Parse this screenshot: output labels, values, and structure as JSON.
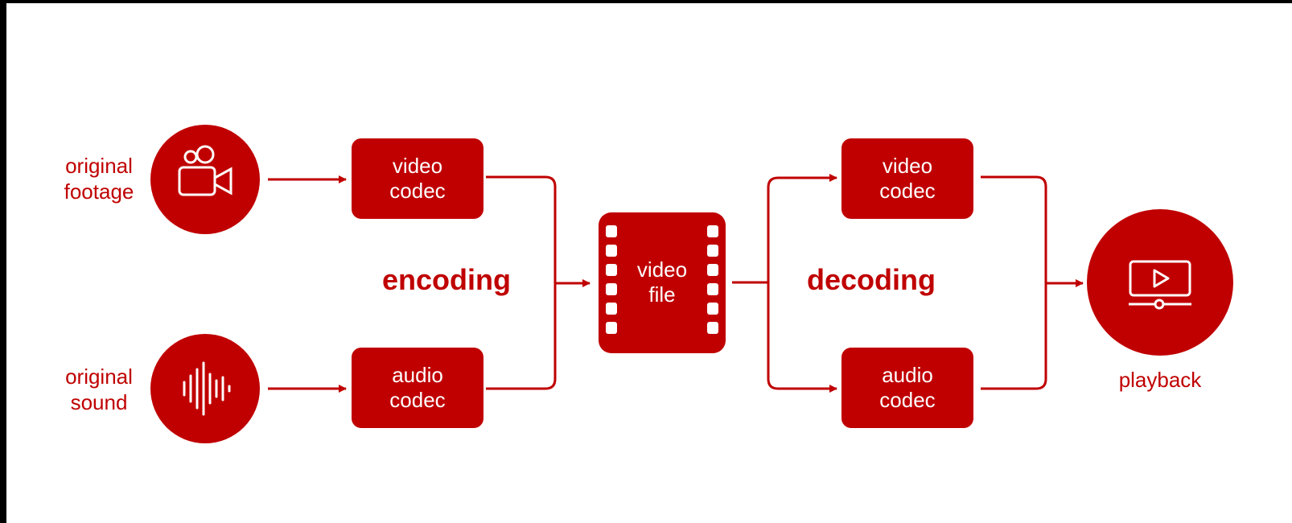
{
  "sources": {
    "footage_label": [
      "original",
      "footage"
    ],
    "sound_label": [
      "original",
      "sound"
    ]
  },
  "encoding": {
    "title": "encoding",
    "video_codec": [
      "video",
      "codec"
    ],
    "audio_codec": [
      "audio",
      "codec"
    ]
  },
  "file": {
    "label": [
      "video",
      "file"
    ]
  },
  "decoding": {
    "title": "decoding",
    "video_codec": [
      "video",
      "codec"
    ],
    "audio_codec": [
      "audio",
      "codec"
    ]
  },
  "output": {
    "label": "playback"
  },
  "icons": {
    "footage": "video-camera-icon",
    "sound": "sound-wave-icon",
    "file": "film-strip-icon",
    "playback": "video-player-icon"
  },
  "colors": {
    "accent": "#c00000",
    "background": "#ffffff"
  }
}
